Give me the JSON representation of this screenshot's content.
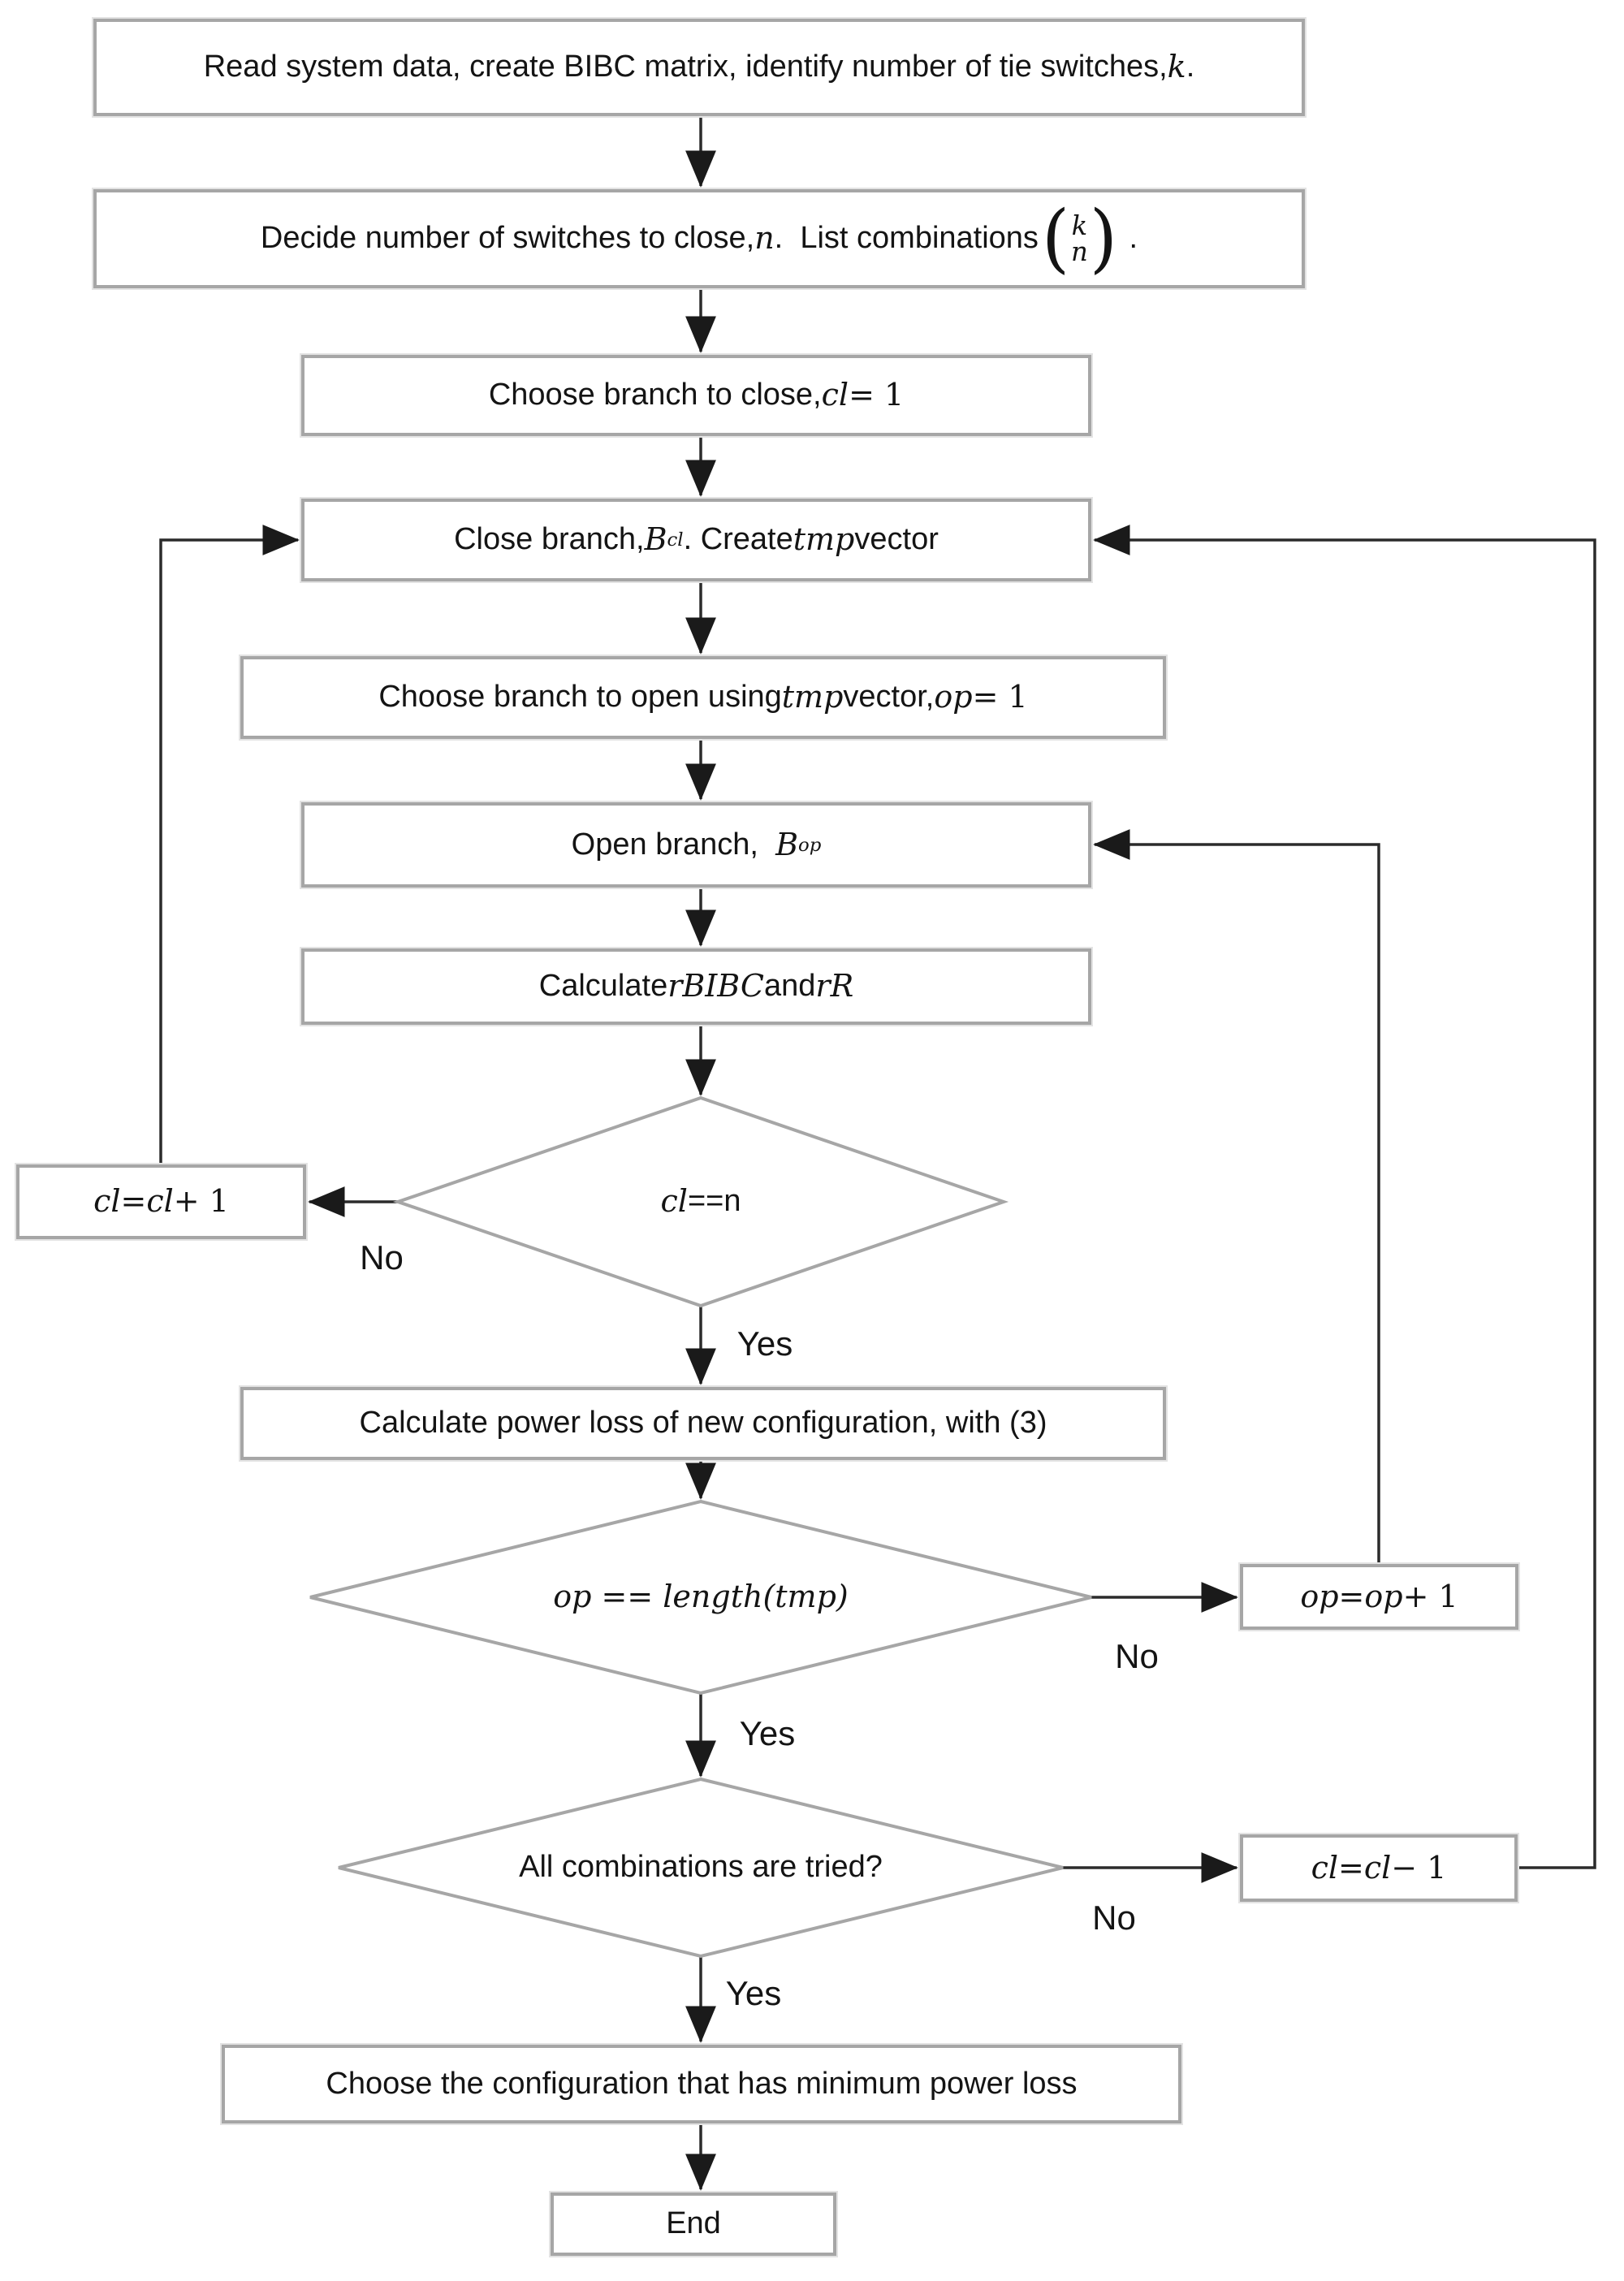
{
  "colors": {
    "line": "#2b2b2b",
    "shape": "#a6a6a6",
    "text": "#141414",
    "arrow": "#1a1a1a",
    "background": "#ffffff"
  },
  "nodes": {
    "read": {
      "pre": "Read system data, create BIBC matrix, identify number of tie switches, ",
      "m1": "k",
      "post": "."
    },
    "decide": {
      "pre": "Decide number of switches to close, ",
      "m1": "n",
      "mid": ".  List combinations ",
      "binom": {
        "open": "(",
        "top": "k",
        "bottom": "n",
        "close": ")"
      },
      "post": " ."
    },
    "choose_close": {
      "pre": "Choose branch to close, ",
      "m1": "cl",
      "post": " = 1"
    },
    "close_branch": {
      "pre": "Close branch, ",
      "m1": "B",
      "sub1": "cl",
      "mid": ". Create ",
      "m2": "tmp",
      "post": " vector"
    },
    "choose_open": {
      "pre": "Choose branch to open using ",
      "m1": "tmp",
      "mid": " vector, ",
      "m2": "op",
      "post": " = 1"
    },
    "open_branch": {
      "pre": "Open branch,  ",
      "m1": "B",
      "sub1": "op"
    },
    "calc_rbibc": {
      "pre": "Calculate ",
      "m1": "rBIBC",
      "mid": " and ",
      "m2": "rR"
    },
    "d_cl": {
      "m1": "cl",
      "post": " ==n"
    },
    "cl_plus": {
      "m1": "cl",
      "mid": " = ",
      "m2": "cl",
      "post": " + 1"
    },
    "calc_power": {
      "text": "Calculate power loss of new configuration, with (3)"
    },
    "d_op": {
      "math": "op == length(tmp)"
    },
    "op_plus": {
      "m1": "op",
      "mid": " = ",
      "m2": "op",
      "post": " + 1"
    },
    "d_all": {
      "text": "All combinations are tried?"
    },
    "cl_minus": {
      "m1": "cl",
      "mid": " = ",
      "m2": "cl",
      "post": " − 1"
    },
    "choose_config": {
      "text": "Choose the configuration that has minimum power loss"
    },
    "end": {
      "text": "End"
    }
  },
  "labels": {
    "cl_no": "No",
    "cl_yes": "Yes",
    "op_no": "No",
    "op_yes": "Yes",
    "all_no": "No",
    "all_yes": "Yes"
  }
}
